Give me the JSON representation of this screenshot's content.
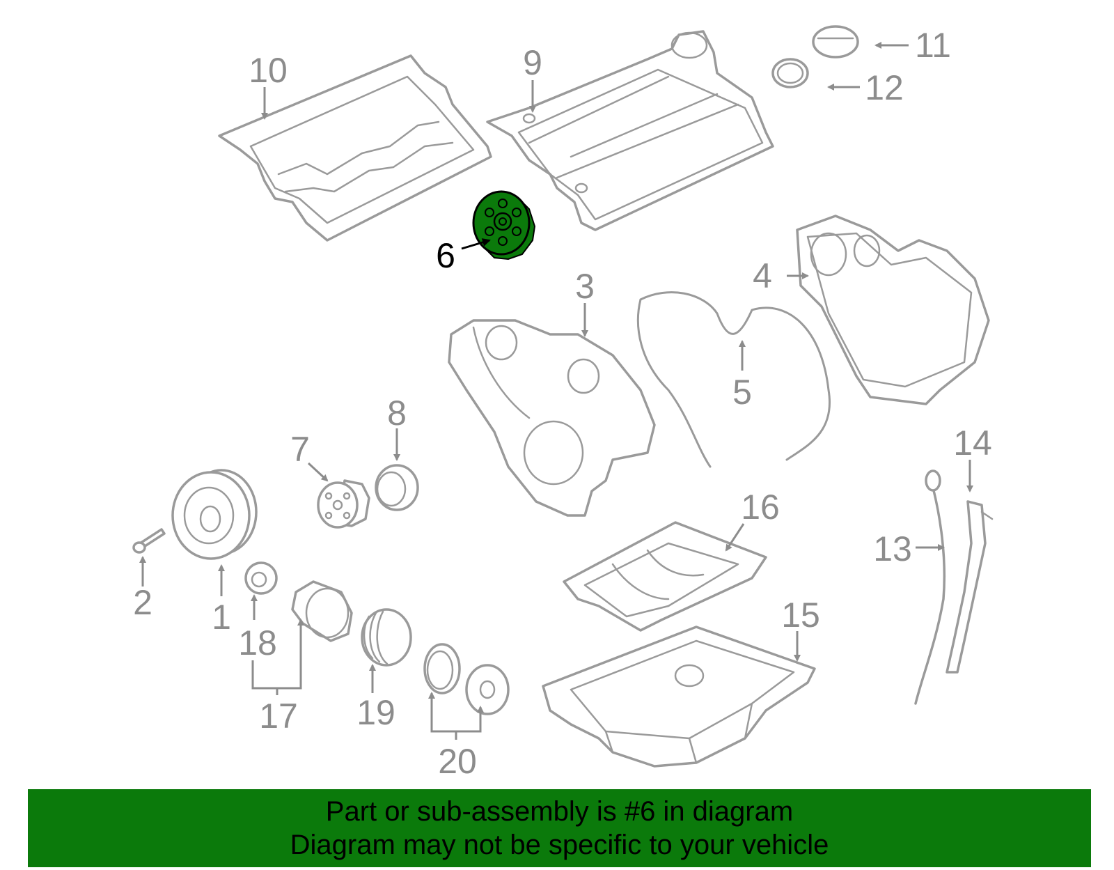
{
  "callouts": [
    "1",
    "2",
    "3",
    "4",
    "5",
    "6",
    "7",
    "8",
    "9",
    "10",
    "11",
    "12",
    "13",
    "14",
    "15",
    "16",
    "17",
    "18",
    "19",
    "20"
  ],
  "highlighted_part": "6",
  "colors": {
    "highlight": "#0b7a0b",
    "banner": "#0b7a0b",
    "line": "#9a9a9a",
    "label": "#8c8c8c"
  },
  "banner": {
    "line1": "Part or sub-assembly is #6 in diagram",
    "line2": "Diagram may not be specific to your vehicle"
  }
}
